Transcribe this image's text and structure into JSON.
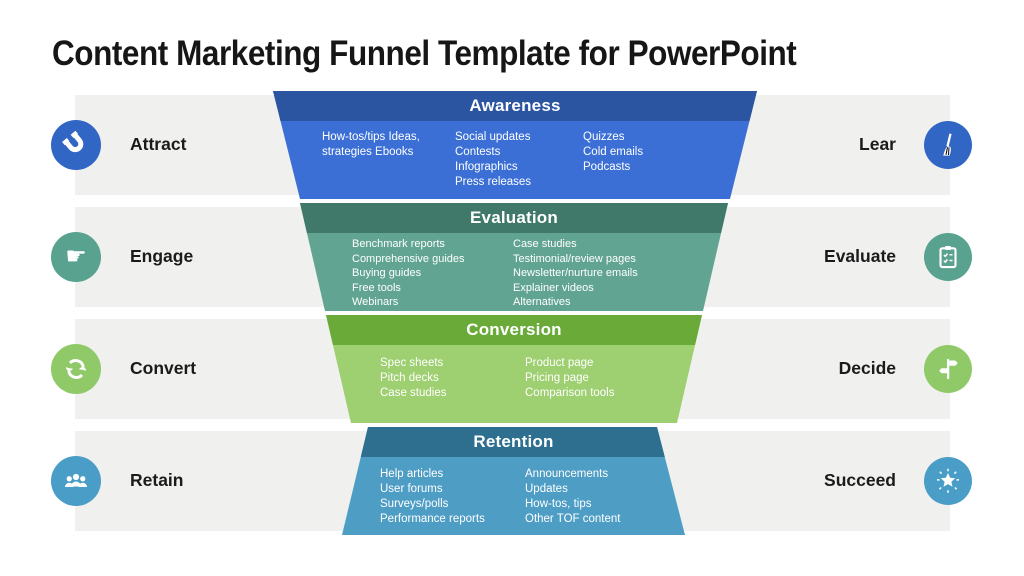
{
  "title": "Content Marketing Funnel Template for PowerPoint",
  "band_color": "#f0f0ef",
  "rows": [
    {
      "stage": "Awareness",
      "left": {
        "label": "Attract",
        "icon": "magnet-icon"
      },
      "right": {
        "label": "Lear",
        "icon": "broom-icon"
      },
      "colors": {
        "header": "#2b55a0",
        "body": "#3b6fd6",
        "badge": "#3266c4"
      },
      "columns": [
        [
          "How-tos/tips Ideas,",
          "strategies Ebooks"
        ],
        [
          "Social updates",
          "Contests",
          "Infographics",
          "Press releases"
        ],
        [
          "Quizzes",
          "Cold emails",
          "Podcasts"
        ]
      ]
    },
    {
      "stage": "Evaluation",
      "left": {
        "label": "Engage",
        "icon": "pointing-hand-icon"
      },
      "right": {
        "label": "Evaluate",
        "icon": "clipboard-icon"
      },
      "colors": {
        "header": "#40796a",
        "body": "#61a492",
        "badge": "#58a28f"
      },
      "columns": [
        [
          "Benchmark reports",
          "Comprehensive guides",
          "Buying guides",
          "Free tools",
          "Webinars"
        ],
        [
          "Case studies",
          "Testimonial/review pages",
          "Newsletter/nurture emails",
          "Explainer videos",
          "Alternatives"
        ]
      ]
    },
    {
      "stage": "Conversion",
      "left": {
        "label": "Convert",
        "icon": "sync-icon"
      },
      "right": {
        "label": "Decide",
        "icon": "signpost-icon"
      },
      "colors": {
        "header": "#69aa38",
        "body": "#9ecf70",
        "badge": "#8fc968"
      },
      "columns": [
        [
          "Spec sheets",
          "Pitch decks",
          "Case studies"
        ],
        [
          "Product page",
          "Pricing page",
          "Comparison tools"
        ]
      ]
    },
    {
      "stage": "Retention",
      "left": {
        "label": "Retain",
        "icon": "people-icon"
      },
      "right": {
        "label": "Succeed",
        "icon": "starburst-icon"
      },
      "colors": {
        "header": "#2e6f8f",
        "body": "#4e9dc5",
        "badge": "#4a9dc6"
      },
      "columns": [
        [
          "Help articles",
          "User forums",
          "Surveys/polls",
          "Performance reports"
        ],
        [
          "Announcements",
          "Updates",
          "How-tos, tips",
          "Other TOF content"
        ]
      ]
    }
  ]
}
